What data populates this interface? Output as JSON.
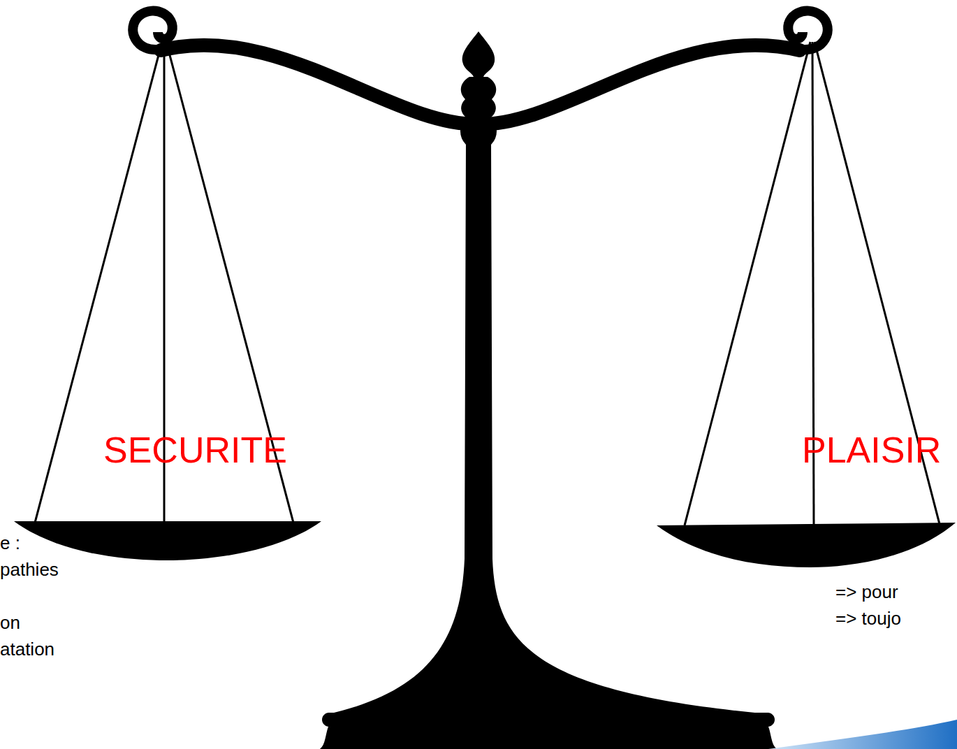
{
  "diagram": {
    "labels": [
      "SECURITE",
      "PLAISIR",
      "e :",
      "pathies",
      "on",
      "atation",
      "=> pour",
      "=> toujo"
    ]
  }
}
